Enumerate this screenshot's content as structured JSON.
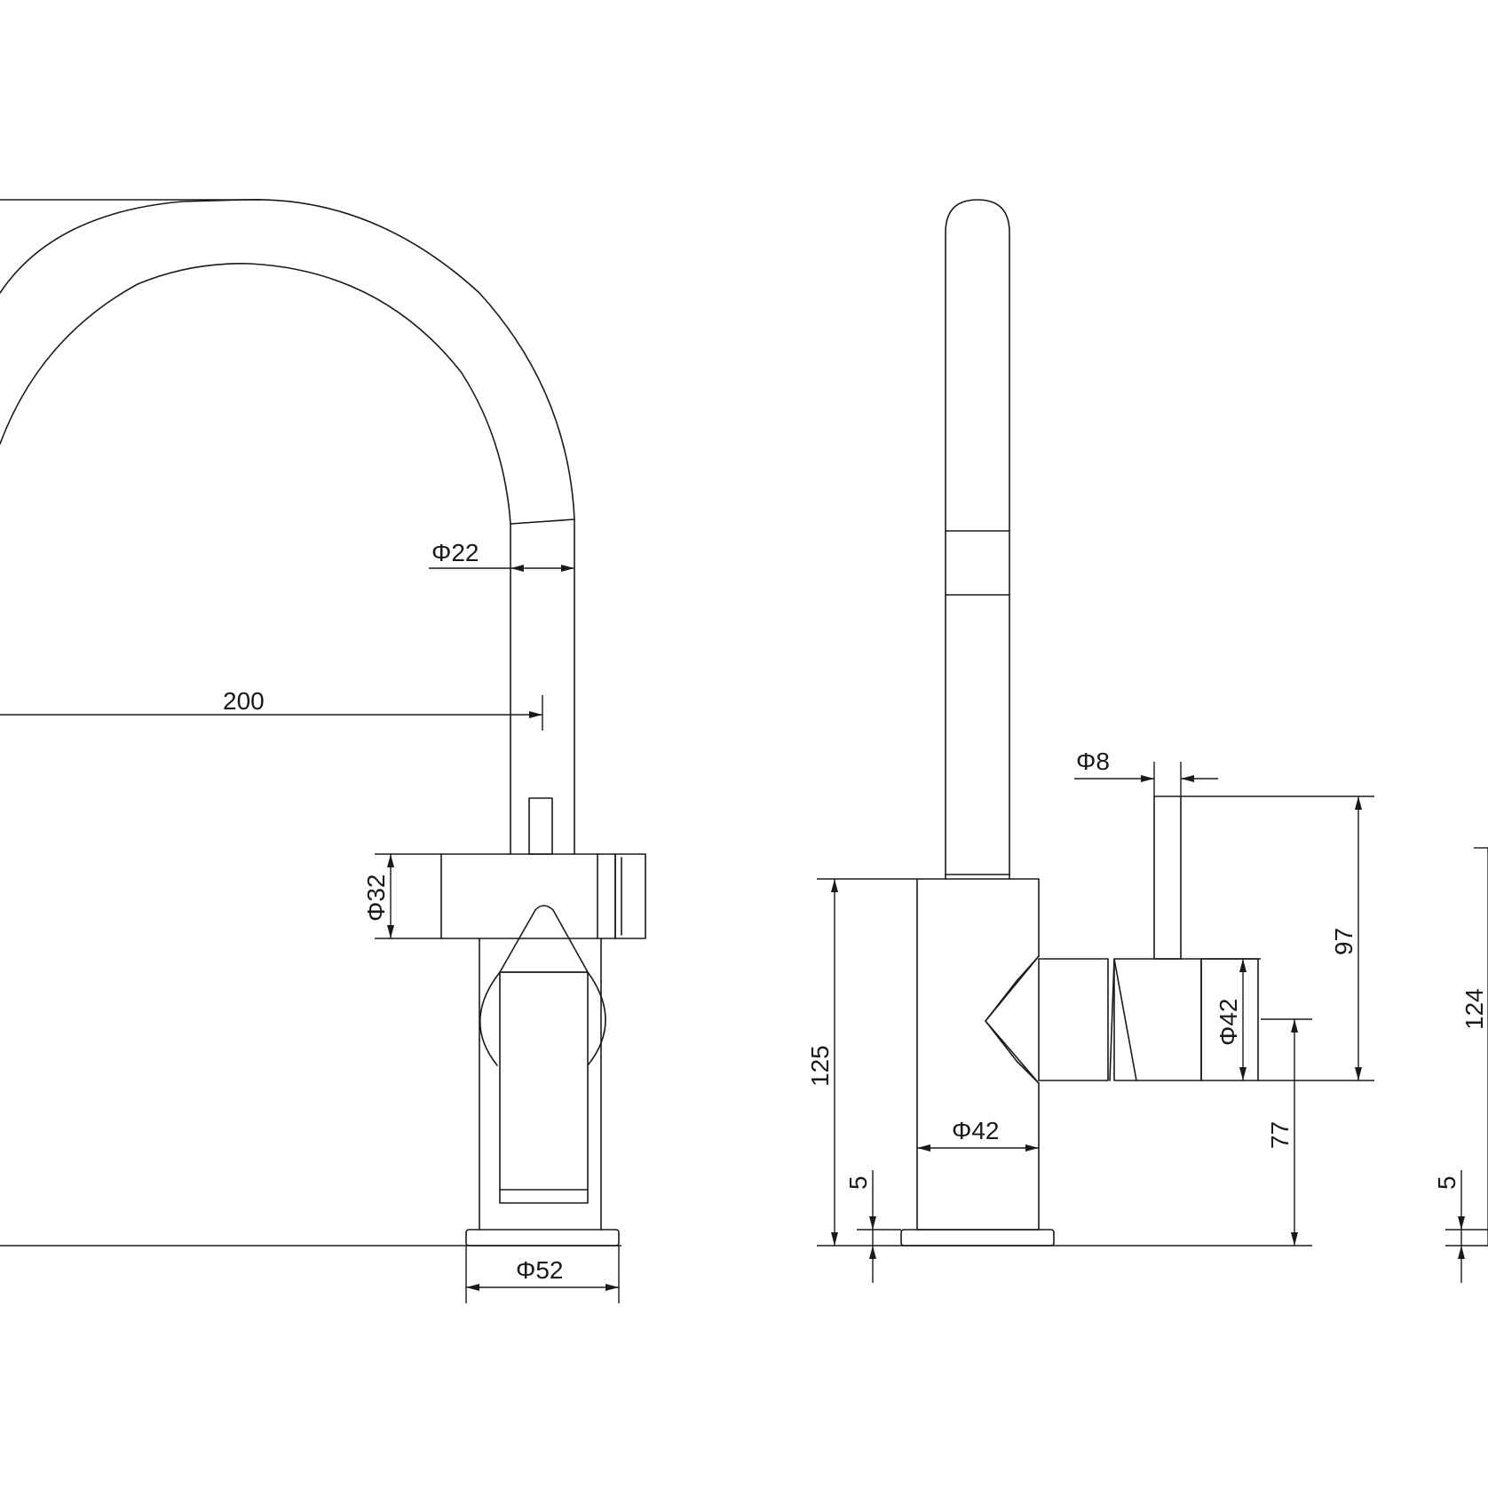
{
  "front_view": {
    "spout_diameter": "Φ22",
    "reach": "200",
    "body_diameter": "Φ32",
    "base_diameter": "Φ52"
  },
  "side_view": {
    "lever_diameter": "Φ8",
    "lever_height": "97",
    "body_height": "125",
    "handle_diameter": "Φ42",
    "body_diameter": "Φ42",
    "base_thickness": "5",
    "handle_axis_height": "77"
  },
  "right_view_partial": {
    "height": "124",
    "base_thickness": "5"
  }
}
